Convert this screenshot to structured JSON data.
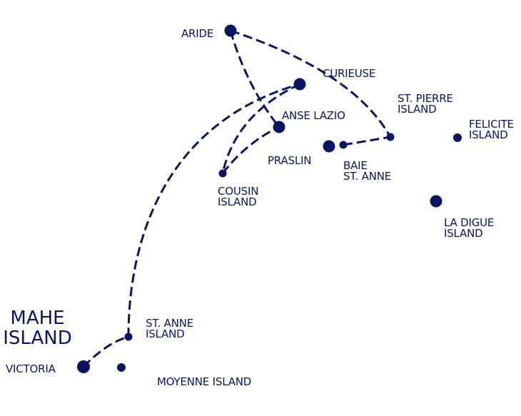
{
  "colors": {
    "ink": "#0a1464",
    "background": "#ffffff"
  },
  "mahe": {
    "line1": "MAHE",
    "line2": "ISLAND"
  },
  "labels": {
    "victoria": "VICTORIA",
    "st_anne": {
      "line1": "ST. ANNE",
      "line2": "ISLAND"
    },
    "moyenne": "MOYENNE ISLAND",
    "aride": "ARIDE",
    "curieuse": "CURIEUSE",
    "anse_lazio": "ANSE LAZIO",
    "st_pierre": {
      "line1": "ST. PIERRE",
      "line2": "ISLAND"
    },
    "felicite": {
      "line1": "FELICITE",
      "line2": "ISLAND"
    },
    "praslin": "PRASLIN",
    "baie_st_anne": {
      "line1": "BAIE",
      "line2": "ST. ANNE"
    },
    "cousin": {
      "line1": "COUSIN",
      "line2": "ISLAND"
    },
    "la_digue": {
      "line1": "LA DIGUE",
      "line2": "ISLAND"
    }
  }
}
